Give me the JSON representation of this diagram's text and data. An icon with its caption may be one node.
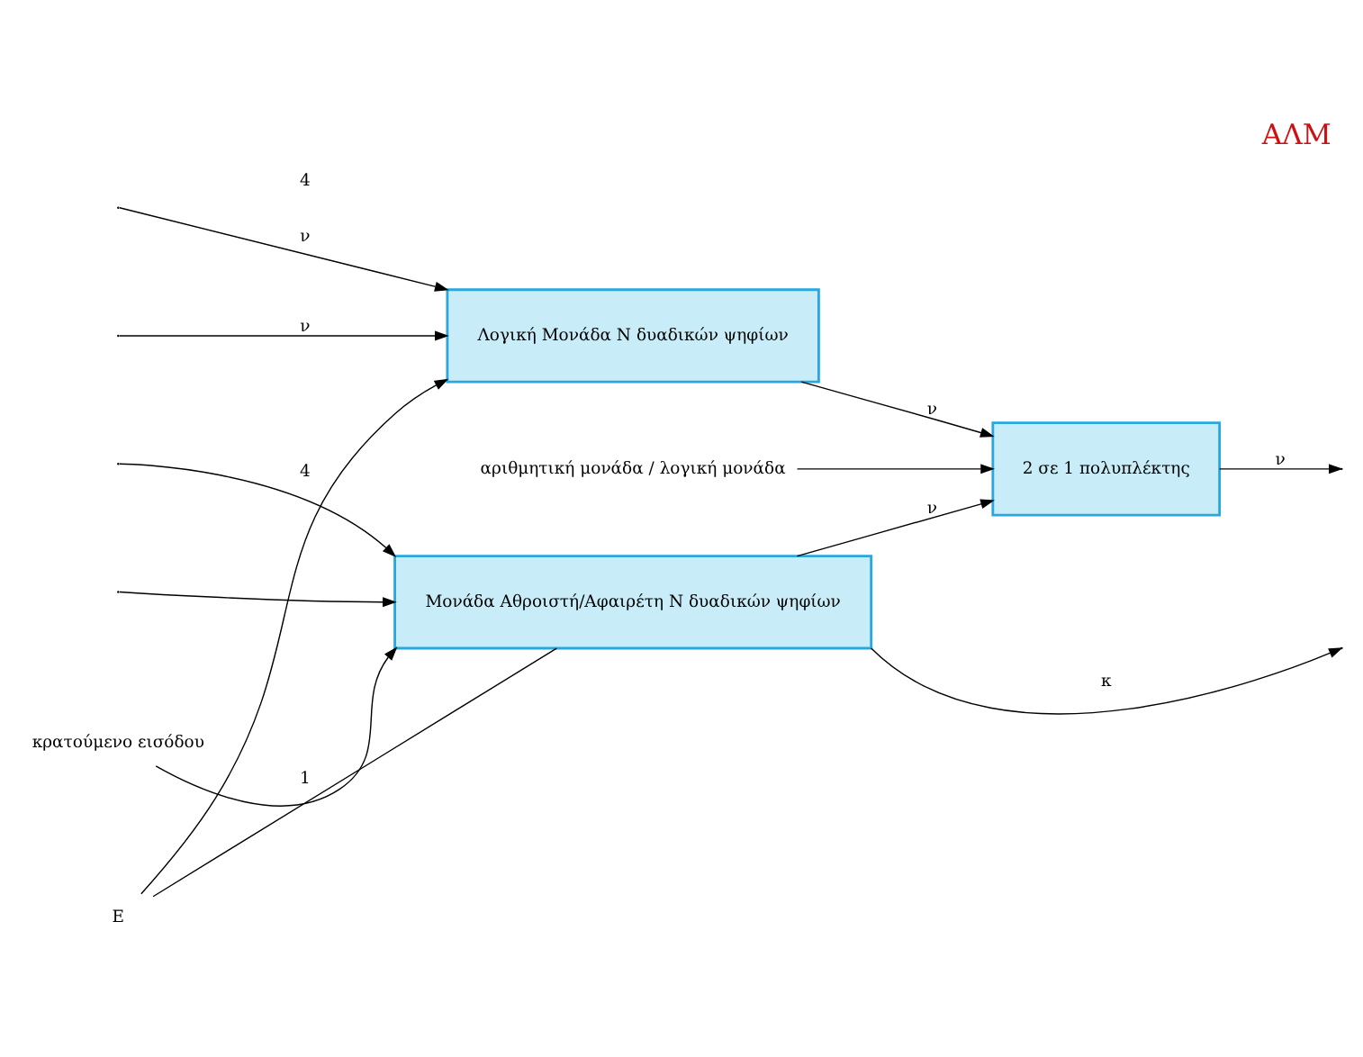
{
  "diagram": {
    "title": "ΑΛΜ",
    "nodes": [
      {
        "text": [
          "Λογική Μονάδα N δυαδικών ψηφίων"
        ]
      },
      {
        "text": [
          "Μονάδα Αθροιστή/Αφαιρέτη N δυαδικών ψηφίων"
        ]
      },
      {
        "text": [
          "2 σε 1 πολυπλέκτης"
        ]
      },
      {
        "text": [
          "κρατούμενο εισόδου"
        ]
      },
      {
        "text": [
          "αριθμητική μονάδα / λογική μονάδα"
        ]
      },
      {
        "text": [
          "E"
        ]
      }
    ],
    "edges": [
      {
        "from": null,
        "to": 0,
        "arrow": "to",
        "label": "ν"
      },
      {
        "from": null,
        "to": 0,
        "arrow": "to",
        "label": "ν"
      },
      {
        "from": 1,
        "to": null,
        "arrow": "to",
        "label": "κ"
      },
      {
        "from": null,
        "to": 1,
        "arrow": "to"
      },
      {
        "from": null,
        "to": 1,
        "arrow": "to"
      },
      {
        "from": 5,
        "to": 0,
        "arrow": "to",
        "label": "4"
      },
      {
        "from": 5,
        "to": 1,
        "arrow": "none",
        "label": "1"
      },
      {
        "from": 0,
        "to": 2,
        "arrow": "to",
        "label": "ν"
      },
      {
        "from": 1,
        "to": 2,
        "arrow": "to",
        "label": "ν"
      },
      {
        "from": 2,
        "to": null,
        "arrow": "to",
        "label": "ν"
      },
      {
        "from": 3,
        "to": 1,
        "arrow": "to"
      },
      {
        "from": 4,
        "to": 2,
        "arrow": "to"
      }
    ],
    "labels": [
      "4"
    ]
  }
}
